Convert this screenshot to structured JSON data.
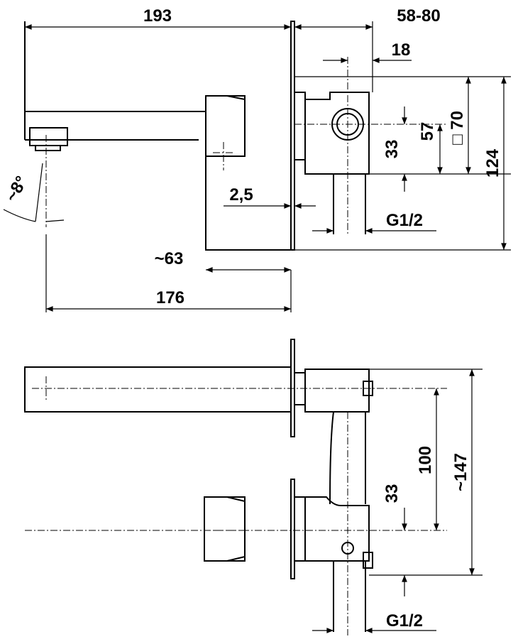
{
  "top_view": {
    "d193": "193",
    "d58_80": "58-80",
    "d18": "18",
    "d70": "□ 70",
    "d57": "57",
    "d33": "33",
    "d124": "124",
    "d2_5": "2,5",
    "g12": "G1/2",
    "d63": "~63",
    "d176": "176",
    "angle": "~8°"
  },
  "bottom_view": {
    "d100": "100",
    "d147": "~147",
    "d33": "33",
    "g12": "G1/2"
  }
}
